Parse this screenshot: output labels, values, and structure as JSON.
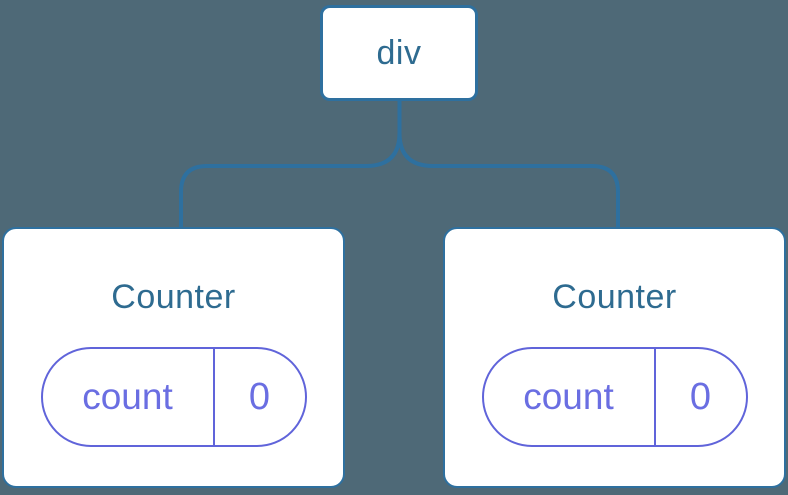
{
  "colors": {
    "background": "#4e6977",
    "line": "#2e709f",
    "node_text": "#2e6b90",
    "purple_border": "#6064da",
    "purple_text": "#6a6ee2",
    "card_bg": "#ffffff"
  },
  "tree": {
    "root": {
      "label": "div"
    },
    "children": [
      {
        "title": "Counter",
        "state_key": "count",
        "state_value": "0"
      },
      {
        "title": "Counter",
        "state_key": "count",
        "state_value": "0"
      }
    ]
  }
}
